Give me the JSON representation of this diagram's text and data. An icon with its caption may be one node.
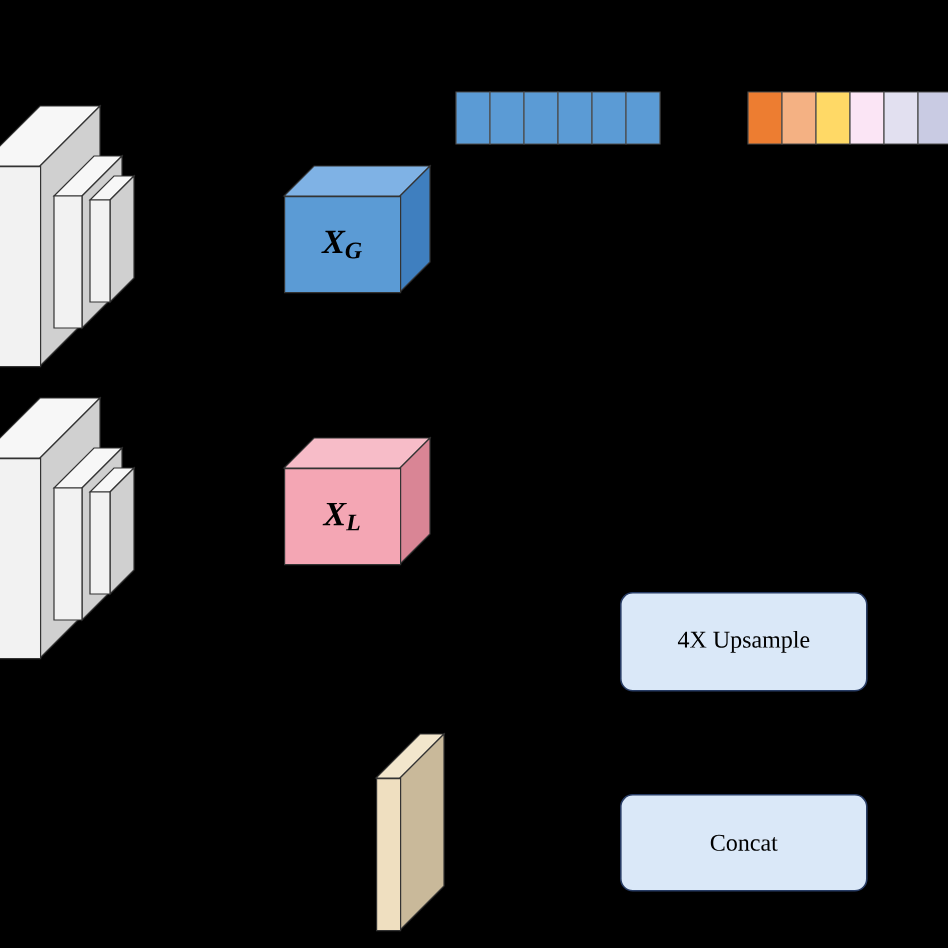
{
  "diagram": {
    "nodes": [
      {
        "text": [],
        "shape": "box"
      },
      {
        "text": [],
        "shape": "bar"
      },
      {
        "text": [],
        "shape": "bar"
      },
      {
        "text": [
          "X$_{G}$"
        ]
      },
      {
        "text": [],
        "shape": "box"
      },
      {
        "text": [
          "X$_{L}$"
        ]
      },
      {
        "text": [
          "4X Upsample"
        ]
      },
      {
        "text": [],
        "shape": "box"
      },
      {
        "text": [
          "Concat"
        ]
      }
    ]
  }
}
